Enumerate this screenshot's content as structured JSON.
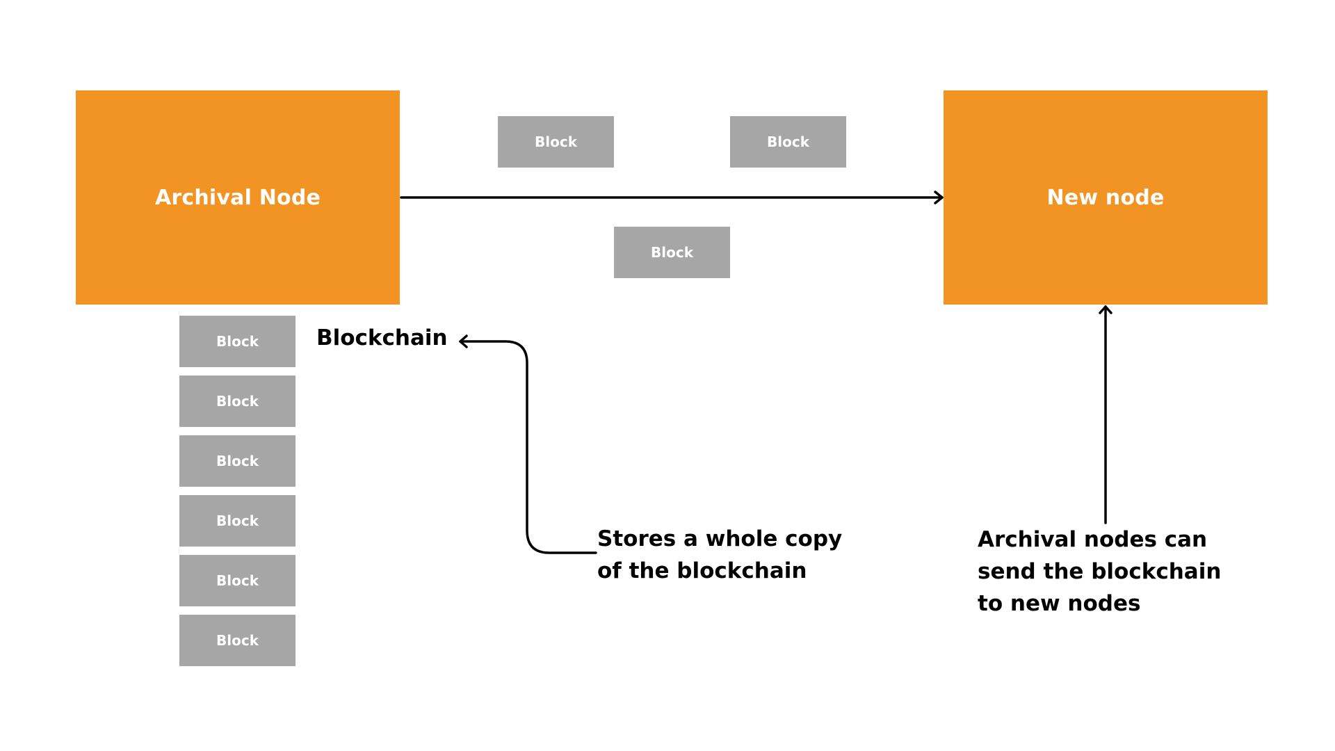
{
  "nodes": {
    "archival": "Archival Node",
    "new": "New node"
  },
  "transit_blocks": [
    "Block",
    "Block",
    "Block"
  ],
  "blockchain": {
    "label": "Blockchain",
    "blocks": [
      "Block",
      "Block",
      "Block",
      "Block",
      "Block",
      "Block"
    ]
  },
  "annotations": {
    "stores_line1": "Stores a whole copy",
    "stores_line2": "of the blockchain",
    "send_line1": "Archival nodes can",
    "send_line2": "send the blockchain",
    "send_line3": "to new nodes"
  },
  "colors": {
    "node": "#f29423",
    "block": "#a6a6a6",
    "arrow": "#000000"
  }
}
